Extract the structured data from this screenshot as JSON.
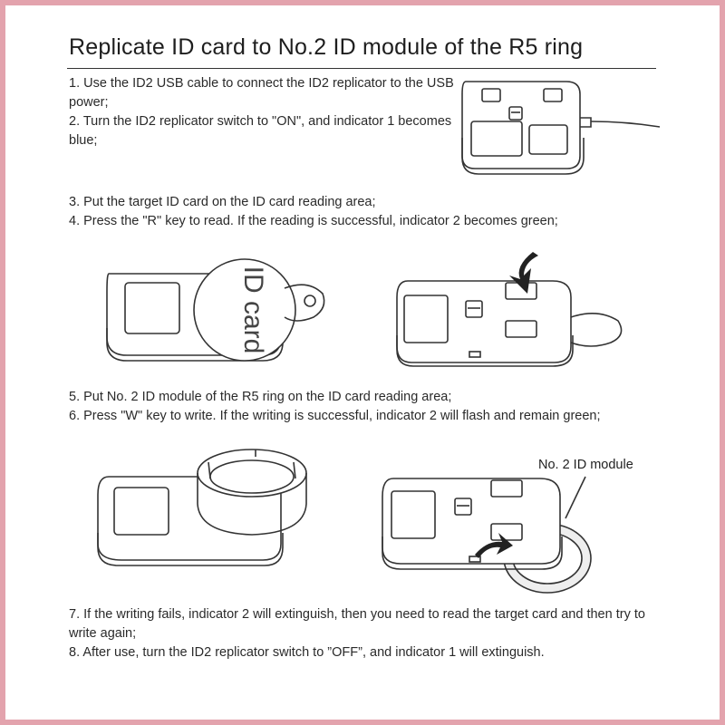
{
  "title": "Replicate ID card to No.2 ID module of the R5 ring",
  "steps": [
    "1. Use the ID2 USB cable to connect the ID2 replicator to the USB power;",
    "2. Turn the ID2 replicator switch to \"ON\", and indicator 1 becomes blue;",
    "3. Put the target ID card on the ID card reading area;",
    "4. Press the \"R\" key to read. If the reading is successful, indicator 2 becomes green;",
    "5. Put No. 2 ID module of the R5 ring on the ID card reading area;",
    "6. Press \"W\" key to write. If the writing is successful, indicator 2 will flash and remain green;",
    "7. If the writing fails, indicator 2 will extinguish, then you need to read the target card and then try to write again;",
    "8. After use, turn the ID2 replicator switch to ”OFF”, and indicator 1 will extinguish."
  ],
  "illustrations": {
    "keyfob_label": "ID card",
    "module_callout": "No. 2 ID module"
  },
  "colors": {
    "frame": "#e3a3ad",
    "line_art": "#333333"
  }
}
